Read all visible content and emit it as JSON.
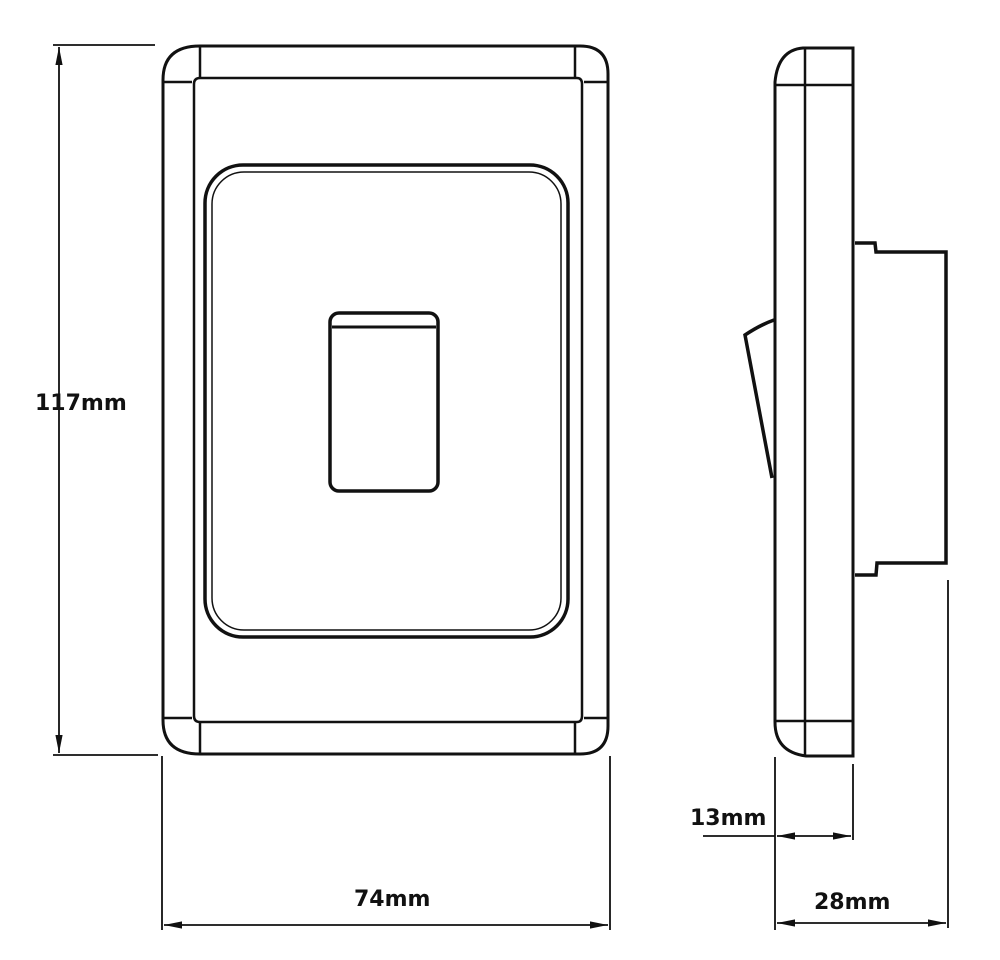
{
  "drawing": {
    "subject": "single-gang light switch",
    "views": [
      "front-view",
      "side-view"
    ],
    "line_color": "#111111",
    "background": "#ffffff"
  },
  "dimensions": {
    "height": "117mm",
    "width": "74mm",
    "plate_depth": "13mm",
    "total_depth": "28mm"
  }
}
